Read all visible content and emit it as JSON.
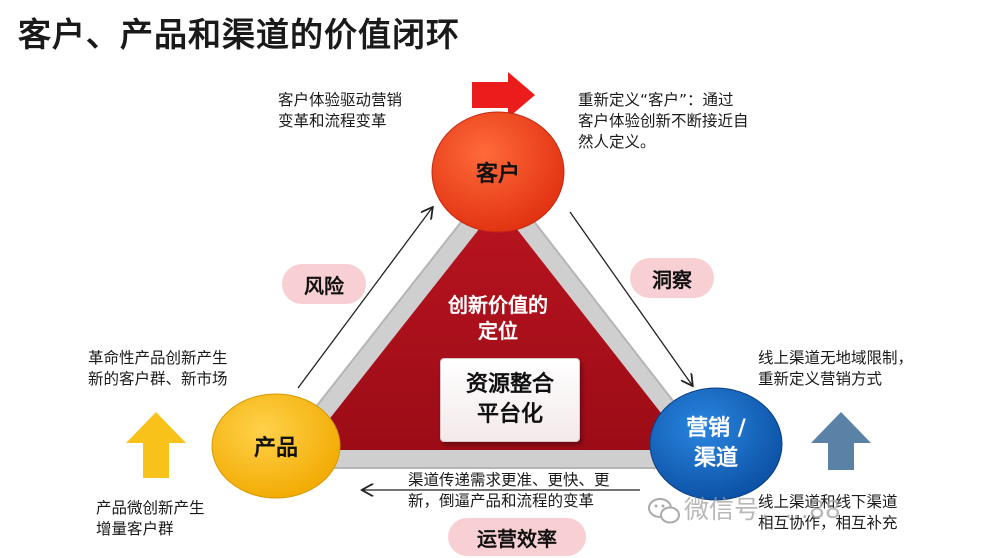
{
  "title": "客户、产品和渠道的价值闭环",
  "nodes": {
    "customer": "客户",
    "product": "产品",
    "channel": "营销 /\n渠道"
  },
  "center": {
    "innovation_label": "创新价值的\n定位",
    "resource_label": "资源整合\n平台化"
  },
  "edges": {
    "risk": "风险",
    "insight": "洞察",
    "efficiency": "运营效率"
  },
  "notes": {
    "top_left": "客户体验驱动营销\n变革和流程变革",
    "top_right": "重新定义“客户”：通过\n客户体验创新不断接近自\n然人定义。",
    "left": "革命性产品创新产生\n新的客户群、新市场",
    "bottom_left": "产品微创新产生\n增量客户群",
    "bottom_center": "渠道传递需求更准、更快、更\n新，倒逼产品和流程的变革",
    "right": "线上渠道无地域限制，\n重新定义营销方式",
    "bottom_right": "线上渠道和线下渠道\n相互协作，相互补充"
  },
  "watermark": "微信号：…88",
  "colors": {
    "customer_circle": "#ee3a1c",
    "product_circle": "#f8b90a",
    "channel_circle": "#1566c0",
    "triangle_inner": "#a8101a",
    "triangle_outer": "#cfcfcf",
    "red_arrow": "#ea1c1c",
    "yellow_arrow": "#f8c21a",
    "blue_arrow": "#5a82a6",
    "pill_bg": "#f8d0d3"
  },
  "icons": [
    "red-right-arrow-icon",
    "yellow-up-arrow-icon",
    "blue-up-arrow-icon",
    "wechat-icon"
  ]
}
